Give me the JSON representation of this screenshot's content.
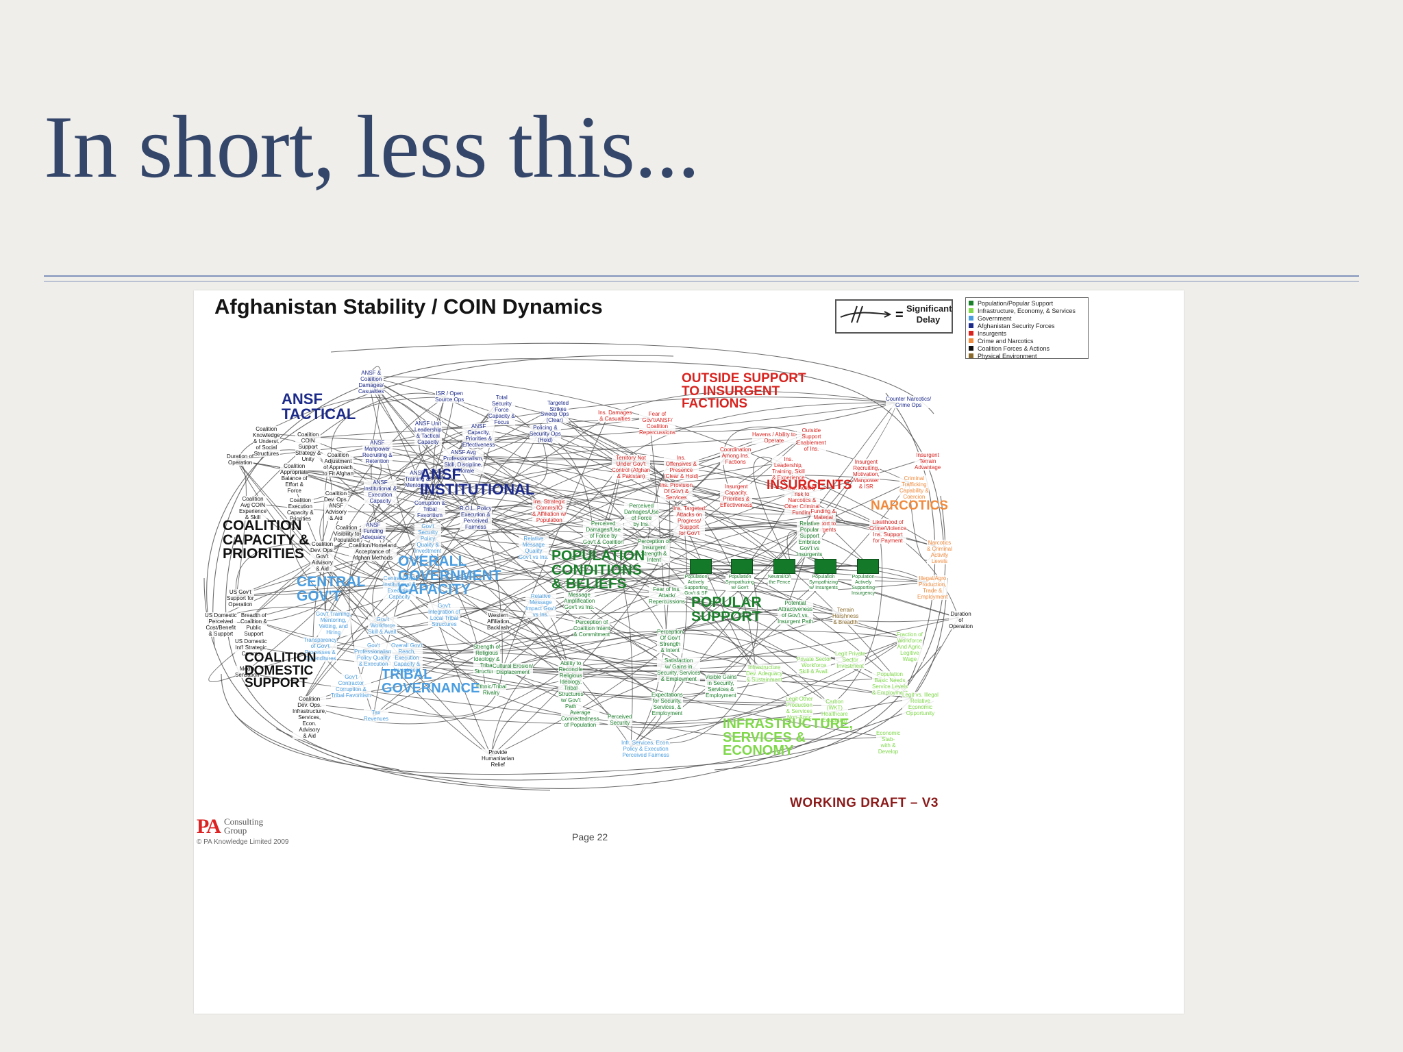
{
  "slide": {
    "title": "In short, less this..."
  },
  "diagram": {
    "title": "Afghanistan Stability / COIN Dynamics",
    "delay_legend": {
      "symbol": "=",
      "label": "Significant Delay"
    },
    "legend": [
      {
        "label": "Population/Popular Support",
        "color": "#1a7f2a"
      },
      {
        "label": "Infrastructure, Economy, & Services",
        "color": "#7fd84a"
      },
      {
        "label": "Government",
        "color": "#4a9de0"
      },
      {
        "label": "Afghanistan Security Forces",
        "color": "#1c2a8a"
      },
      {
        "label": "Insurgents",
        "color": "#d8231f"
      },
      {
        "label": "Crime and Narcotics",
        "color": "#f08a3c"
      },
      {
        "label": "Coalition Forces & Actions",
        "color": "#111111"
      },
      {
        "label": "Physical Environment",
        "color": "#8a6a2a"
      }
    ],
    "clusters": {
      "ansf_tactical": "ANSF\nTACTICAL",
      "ansf_institutional": "ANSF\nINSTITUTIONAL",
      "outside_support": "OUTSIDE SUPPORT\nTO INSURGENT\nFACTIONS",
      "insurgents": "INSURGENTS",
      "narcotics": "NARCOTICS",
      "coalition_capacity": "COALITION\nCAPACITY &\nPRIORITIES",
      "overall_government": "OVERALL\nGOVERNMENT\nCAPACITY",
      "central_govt": "CENTRAL\nGOV'T",
      "population_conditions": "POPULATION\nCONDITIONS\n& BELIEFS",
      "popular_support": "POPULAR\nSUPPORT",
      "coalition_domestic": "COALITION\nDOMESTIC\nSUPPORT",
      "tribal_governance": "TRIBAL\nGOVERNANCE",
      "infrastructure": "INFRASTRUCTURE,\nSERVICES &\nECONOMY"
    },
    "nodes": [
      {
        "label": "ANSF &\nCoalition\nDamages/\nCasualties",
        "color": "#1c2a8a"
      },
      {
        "label": "ISR / Open\nSource Ops",
        "color": "#1c2a8a"
      },
      {
        "label": "Total\nSecurity\nForce\nCapacity &\nFocus",
        "color": "#1c2a8a"
      },
      {
        "label": "Targeted\nStrikes",
        "color": "#1c2a8a"
      },
      {
        "label": "Sweep Ops\n(Clear)",
        "color": "#1c2a8a"
      },
      {
        "label": "Policing &\nSecurity Ops\n(Hold)",
        "color": "#1c2a8a"
      },
      {
        "label": "Ins. Damages\n& Casualties",
        "color": "#d8231f"
      },
      {
        "label": "Fear of\nGov't/ANSF/\nCoalition\nRepercussions",
        "color": "#d8231f"
      },
      {
        "label": "Counter Narcotics/\nCrime Ops",
        "color": "#1c2a8a"
      },
      {
        "label": "ANSF Unit\nLeadership\n& Tactical\nCapacity",
        "color": "#1c2a8a"
      },
      {
        "label": "ANSF\nCapacity,\nPriorities &\nEffectiveness",
        "color": "#1c2a8a"
      },
      {
        "label": "Havens / Ability to\nOperate",
        "color": "#d8231f"
      },
      {
        "label": "Outside\nSupport\nEnablement\nof Ins.",
        "color": "#d8231f"
      },
      {
        "label": "Coordination\nAmong Ins.\nFactions",
        "color": "#d8231f"
      },
      {
        "label": "Territory Not\nUnder Gov't\nControl (Afghan\n& Pakistan)",
        "color": "#d8231f"
      },
      {
        "label": "Ins.\nOffensives &\nPresence\n(Clear & Hold)",
        "color": "#d8231f"
      },
      {
        "label": "ANSF\nManpower\nRecruiting &\nRetention",
        "color": "#1c2a8a"
      },
      {
        "label": "ANSF Avg\nProfessionalism,\nSkill, Discipline,\n& Morale",
        "color": "#1c2a8a"
      },
      {
        "label": "Ins.\nLeadership,\nTraining, Skill\n& Experience",
        "color": "#d8231f"
      },
      {
        "label": "Insurgent\nRecruiting,\nMotivation,\nManpower\n& ISR",
        "color": "#d8231f"
      },
      {
        "label": "Insurgent\nTerrain\nAdvantage",
        "color": "#d8231f"
      },
      {
        "label": "Coalition\nKnowledge\n& Underst.\nof Social\nStructures",
        "color": "#111111"
      },
      {
        "label": "Coalition\nCOIN\nSupport\nStrategy &\nUnity",
        "color": "#111111"
      },
      {
        "label": "Duration of\nOperation",
        "color": "#111111"
      },
      {
        "label": "Coalition\nAppropriate\nBalance of\nEffort &\nForce",
        "color": "#111111"
      },
      {
        "label": "Coalition\nAdjustment\nof Approach\nto Fit Afghan",
        "color": "#111111"
      },
      {
        "label": "ANSF\nTraining &\nMentoring",
        "color": "#1c2a8a"
      },
      {
        "label": "ANSF\nInstitutional &\nExecution\nCapacity",
        "color": "#1c2a8a"
      },
      {
        "label": "Ins. Provision\nOf Gov't &\nServices",
        "color": "#d8231f"
      },
      {
        "label": "Insurgent\nCapacity,\nPriorities &\nEffectiveness",
        "color": "#d8231f"
      },
      {
        "label": "Ins. Activity\nrisk to\nNarcotics &\nOther Criminal\nFunding",
        "color": "#d8231f"
      },
      {
        "label": "Coalition\nAvg COIN\nExperience\n& Skill",
        "color": "#111111"
      },
      {
        "label": "Coalition\nExecution\nCapacity &\nPriorities",
        "color": "#111111"
      },
      {
        "label": "Coalition\nDev. Ops.\nANSF\nAdvisory\n& Aid",
        "color": "#111111"
      },
      {
        "label": "Corruption &\nTribal\nFavoritism",
        "color": "#1c2a8a"
      },
      {
        "label": "R.O.L. Policy\nExecution &\nPerceived\nFairness",
        "color": "#1c2a8a"
      },
      {
        "label": "Ins. Strategic\nComms/IO\n& Affiliation w/\nPopulation",
        "color": "#d8231f"
      },
      {
        "label": "Perceived\nDamages/Use\nof Force\nby Ins.",
        "color": "#1a7f2a"
      },
      {
        "label": "Ins. Targeted\nAttacks on\nProgress/\nSupport\nfor Gov't",
        "color": "#d8231f"
      },
      {
        "label": "Funding &\nMaterial\nSupport to\nInsurgents",
        "color": "#d8231f"
      },
      {
        "label": "Likelihood of\nCrime/Violence\nIns. Support\nfor Payment",
        "color": "#d8231f"
      },
      {
        "label": "Criminal\nTrafficking\nCapability &\nCoercion",
        "color": "#f08a3c"
      },
      {
        "label": "Coalition\nVisibility to\nPopulation",
        "color": "#111111"
      },
      {
        "label": "ANSF\nFunding\nAdequacy",
        "color": "#1c2a8a"
      },
      {
        "label": "Gov't\nSecurity\nPolicy\nQuality &\nInvestment",
        "color": "#4a9de0"
      },
      {
        "label": "Relative\nMessage\nQuality\nGov't vs Ins.",
        "color": "#4a9de0"
      },
      {
        "label": "Perceived\nDamages/Use\nof Force by\nGov't & Coalition",
        "color": "#1a7f2a"
      },
      {
        "label": "Perception of\nInsurgent\nStrength &\nIntent",
        "color": "#1a7f2a"
      },
      {
        "label": "Relative\nPopular\nSupport\nEmbrace\nGov't vs\nInsurgents",
        "color": "#1a7f2a"
      },
      {
        "label": "Narcotics\n& Criminal\nActivity\nLevels",
        "color": "#f08a3c"
      },
      {
        "label": "Coalition/Homeland\nAcceptance of\nAfghan Methods",
        "color": "#111111"
      },
      {
        "label": "Coalition\nDev. Ops.\nGov't\nAdvisory\n& Aid",
        "color": "#111111"
      },
      {
        "label": "Central Gov't\nInstitutional &\nExecution\nCapacity",
        "color": "#4a9de0"
      },
      {
        "label": "Fear of Ins.\nAttack/\nRepercussions",
        "color": "#1a7f2a"
      },
      {
        "label": "Potential\nAttractiveness\nof Gov't vs.\nInsurgent Path",
        "color": "#1a7f2a"
      },
      {
        "label": "Terrain\nHarshness\n& Breadth",
        "color": "#8a6a2a"
      },
      {
        "label": "Illegal/Agro\nProduction,\nTrade &\nEmployment",
        "color": "#f08a3c"
      },
      {
        "label": "US Gov't\nSupport for\nOperation",
        "color": "#111111"
      },
      {
        "label": "Gov't\nIntegration of\nLocal Tribal\nStructures",
        "color": "#4a9de0"
      },
      {
        "label": "Message\nAmplification\nGov't vs Ins.",
        "color": "#1a7f2a"
      },
      {
        "label": "Relative\nMessage\nImpact Gov't\nvs Ins.",
        "color": "#4a9de0"
      },
      {
        "label": "Breadth of\nCoalition &\nPublic\nSupport",
        "color": "#111111"
      },
      {
        "label": "US Domestic\nPerceived\nCost/Benefit\n& Support",
        "color": "#111111"
      },
      {
        "label": "Gov't Training,\nMentoring,\nVetting, and\nHiring",
        "color": "#4a9de0"
      },
      {
        "label": "Gov't\nWorkforce\nSkill & Avail.",
        "color": "#4a9de0"
      },
      {
        "label": "Western\nAffiliation\nBacklash",
        "color": "#111111"
      },
      {
        "label": "Perception of\nCoalition Intent\n& Commitment",
        "color": "#1a7f2a"
      },
      {
        "label": "Perception\nOf Gov't\nStrength\n& Intent",
        "color": "#1a7f2a"
      },
      {
        "label": "Duration\nof\nOperation",
        "color": "#111111"
      },
      {
        "label": "Fraction of\nWorkforce\nAnd Agric.\nLegitive\nWage",
        "color": "#7fd84a"
      },
      {
        "label": "US Domestic\nInt'l Strategic\nComms",
        "color": "#111111"
      },
      {
        "label": "Transparency\nof Gov't\nProcesses &\nExpenditures",
        "color": "#4a9de0"
      },
      {
        "label": "Gov't\nProfessionalism\nPolicy Quality\n& Execution",
        "color": "#4a9de0"
      },
      {
        "label": "Overall Gov't\nReach,\nExecution\nCapacity &\nInvestment",
        "color": "#4a9de0"
      },
      {
        "label": "Strength of\nReligious\nIdeology &\nTribal\nStructures",
        "color": "#1a7f2a"
      },
      {
        "label": "Cultural Erosion/\nDisplacement",
        "color": "#1a7f2a"
      },
      {
        "label": "Ability to\nReconcile\nReligious\nIdeology,\nTribal\nStructures\nw/ Gov't\nPath",
        "color": "#1a7f2a"
      },
      {
        "label": "Satisfaction\nw/ Gains in\nSecurity, Services\n& Employment",
        "color": "#1a7f2a"
      },
      {
        "label": "Private Sector\nWorkforce\nSkill & Avail.",
        "color": "#7fd84a"
      },
      {
        "label": "Legit Private\nSector\nInvestment",
        "color": "#7fd84a"
      },
      {
        "label": "Infrastructure\nDev. Adequacy\n& Sustainment",
        "color": "#7fd84a"
      },
      {
        "label": "Media\nSensation",
        "color": "#111111"
      },
      {
        "label": "Gov't\nContractor\nCorruption &\nTribal Favoritism",
        "color": "#4a9de0"
      },
      {
        "label": "Ethnic/Tribal\nRivalry",
        "color": "#1a7f2a"
      },
      {
        "label": "Visible Gains\nin Security,\nServices &\nEmployment",
        "color": "#1a7f2a"
      },
      {
        "label": "Population\nBasic Needs\nService Levels\n& Employment",
        "color": "#7fd84a"
      },
      {
        "label": "Coalition\nDev. Ops.\nInfrastructure,\nServices,\nEcon.\nAdvisory\n& Aid",
        "color": "#111111"
      },
      {
        "label": "Expectations\nfor Security,\nServices, &\nEmployment",
        "color": "#1a7f2a"
      },
      {
        "label": "Legit Other\nProduction\n& Services\nNon-Agric",
        "color": "#7fd84a"
      },
      {
        "label": "Carbon\n(WKT)\nHealthcare\nEducation",
        "color": "#7fd84a"
      },
      {
        "label": "Legit vs. Illegal\nRelative\nEconomic\nOpportunity",
        "color": "#7fd84a"
      },
      {
        "label": "Tax\nRevenues",
        "color": "#4a9de0"
      },
      {
        "label": "Average\nConnectedness\nof Population",
        "color": "#1a7f2a"
      },
      {
        "label": "Perceived\nSecurity",
        "color": "#1a7f2a"
      },
      {
        "label": "Infr. Services, Econ.\nPolicy & Execution\nPerceived Fairness",
        "color": "#4a9de0"
      },
      {
        "label": "Economic\nStab-\nwith &\nDevelop",
        "color": "#7fd84a"
      },
      {
        "label": "Provide\nHumanitarian\nRelief",
        "color": "#111111"
      }
    ],
    "stages": [
      "Population\nActively\nSupporting\nGov't & SF",
      "Population\nSympathizing\nw/ Gov't",
      "Neutral/On\nthe Fence",
      "Population\nSympathizing\nw/ Insurgents",
      "Population\nActively\nSupporting\nInsurgency"
    ],
    "working_draft": "WORKING DRAFT – V3",
    "logo_mark": "PA",
    "logo_text": "Consulting\nGroup",
    "copyright": "© PA Knowledge Limited 2009",
    "page": "Page 22"
  }
}
